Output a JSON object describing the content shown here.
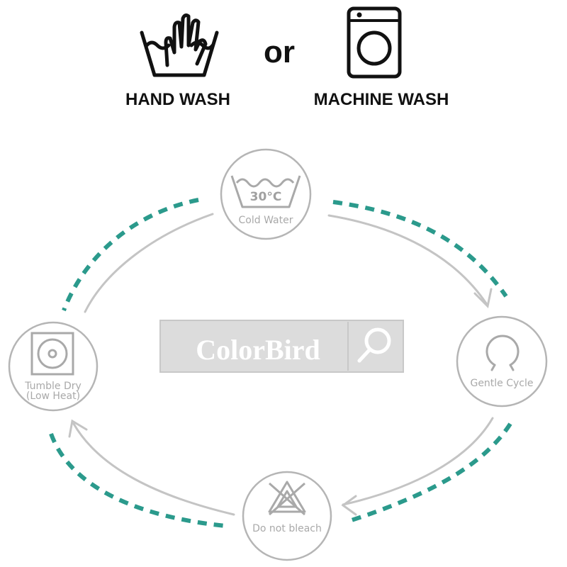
{
  "header": {
    "hand_wash_label": "HAND WASH",
    "connector": "or",
    "machine_wash_label": "MACHINE WASH",
    "hand_wash_icon": "hand-wash-basin-icon",
    "machine_wash_icon": "washing-machine-icon"
  },
  "watermark": {
    "brand": "ColorBird",
    "icon": "magnifier-icon"
  },
  "steps": {
    "cold_water": {
      "temp": "30°C",
      "label": "Cold Water",
      "icon": "wash-basin-30c-icon"
    },
    "gentle_cycle": {
      "label": "Gentle Cycle",
      "icon": "gentle-cycle-icon"
    },
    "no_bleach": {
      "label": "Do not bleach",
      "icon": "no-bleach-triangle-icon"
    },
    "tumble_dry": {
      "label_line1": "Tumble Dry",
      "label_line2": "(Low Heat)",
      "icon": "tumble-dry-icon"
    }
  },
  "colors": {
    "accent_dashed": "#2b9a8c",
    "step_gray": "#a9a9a9",
    "arrow_gray": "#c4c4c4",
    "icon_black": "#111111",
    "watermark_bg": "#dcdcdc"
  }
}
